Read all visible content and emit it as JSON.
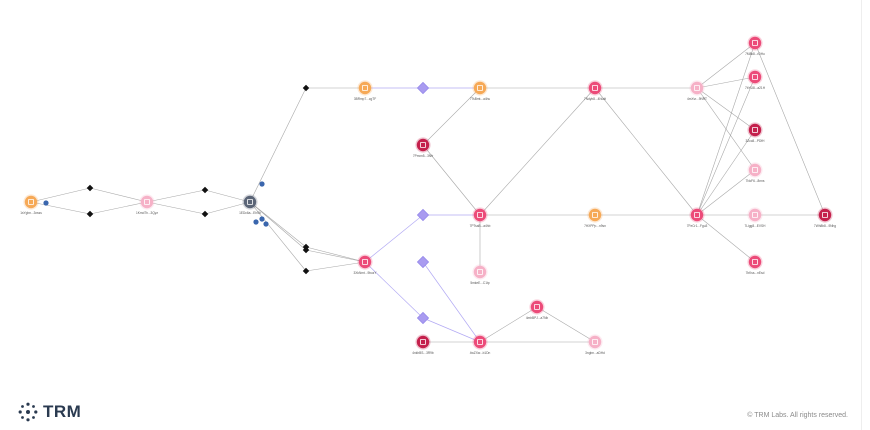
{
  "brand": {
    "name": "TRM",
    "logo_icon": "trm-logo-icon"
  },
  "footer": {
    "copyright": "© TRM Labs. All rights reserved."
  },
  "colors": {
    "orange": "#f6a957",
    "pink_light": "#f6b1c7",
    "pink": "#ec4b79",
    "crimson": "#c4204c",
    "slate": "#5b6577",
    "diamond_purple": "#a99bf0",
    "edge": "#9a9a9a",
    "edge_purple": "#a59bf2",
    "blue_dot": "#3a66ad"
  },
  "graph": {
    "nodes": [
      {
        "id": "n1",
        "label": "1sYgbn...3xsss",
        "color": "orange",
        "kind": "address"
      },
      {
        "id": "n2",
        "label": "1Kmd7h...3Qyz",
        "color": "pink_light",
        "kind": "address"
      },
      {
        "id": "n3",
        "label": "1EDc6a...EhSb",
        "color": "slate",
        "kind": "address"
      },
      {
        "id": "n4",
        "label": "3BRmp7...cgTF",
        "color": "orange",
        "kind": "address"
      },
      {
        "id": "n5",
        "label": "3XkNmt...9buzY",
        "color": "pink",
        "kind": "address"
      },
      {
        "id": "n6",
        "label": "7TsBmt...a4hu",
        "color": "orange",
        "kind": "address"
      },
      {
        "id": "n7",
        "label": "7Pmxn5...3Nfr",
        "color": "crimson",
        "kind": "address"
      },
      {
        "id": "n8",
        "label": "7PTsaB...a4hb",
        "color": "pink",
        "kind": "address"
      },
      {
        "id": "n9",
        "label": "5mkeE...C1tp",
        "color": "pink_light",
        "kind": "address"
      },
      {
        "id": "n10",
        "label": "4nkhBS...3R9b",
        "color": "crimson",
        "kind": "address"
      },
      {
        "id": "n11",
        "label": "4wZXw...b1Dn",
        "color": "pink",
        "kind": "address"
      },
      {
        "id": "n12",
        "label": "4mhBPJ...a7Nb",
        "color": "pink",
        "kind": "address"
      },
      {
        "id": "n13",
        "label": "7Ndyb8...4Nudt",
        "color": "pink",
        "kind": "address"
      },
      {
        "id": "n14",
        "label": "7HXPPp...n9sn",
        "color": "orange",
        "kind": "address"
      },
      {
        "id": "n15",
        "label": "4mXvr...9NRT",
        "color": "pink_light",
        "kind": "address"
      },
      {
        "id": "n16",
        "label": "3ngbn...aDHd",
        "color": "pink_light",
        "kind": "address"
      },
      {
        "id": "n17",
        "label": "7FeCr1...Fgu3",
        "color": "pink",
        "kind": "address"
      },
      {
        "id": "n18",
        "label": "7M8k8...rDHu",
        "color": "pink",
        "kind": "address"
      },
      {
        "id": "n19",
        "label": "7bYU8...a21H",
        "color": "pink",
        "kind": "address"
      },
      {
        "id": "n20",
        "label": "3Zcc8...PDfH",
        "color": "crimson",
        "kind": "address"
      },
      {
        "id": "n21",
        "label": "7NcF6...8nns",
        "color": "pink_light",
        "kind": "address"
      },
      {
        "id": "n22",
        "label": "7Ligg8...EVSH",
        "color": "pink_light",
        "kind": "address"
      },
      {
        "id": "n23",
        "label": "7bKss...nEsd",
        "color": "pink",
        "kind": "address"
      },
      {
        "id": "n24",
        "label": "7Wh8b8...9Nhg",
        "color": "crimson",
        "kind": "address"
      }
    ],
    "edges": [
      {
        "from": "n1",
        "to": "d1"
      },
      {
        "from": "n1",
        "to": "d2"
      },
      {
        "from": "d1",
        "to": "n2"
      },
      {
        "from": "d2",
        "to": "n2"
      },
      {
        "from": "n2",
        "to": "d3"
      },
      {
        "from": "n2",
        "to": "d4"
      },
      {
        "from": "d3",
        "to": "n3"
      },
      {
        "from": "d4",
        "to": "n3"
      },
      {
        "from": "n3",
        "to": "d5"
      },
      {
        "from": "n3",
        "to": "d6"
      },
      {
        "from": "n3",
        "to": "d7"
      },
      {
        "from": "n3",
        "to": "d8"
      },
      {
        "from": "d5",
        "to": "n4"
      },
      {
        "from": "d6",
        "to": "n5"
      },
      {
        "from": "d7",
        "to": "n5"
      },
      {
        "from": "d8",
        "to": "n5"
      },
      {
        "from": "n4",
        "to": "p1"
      },
      {
        "from": "p1",
        "to": "n6"
      },
      {
        "from": "n5",
        "to": "p2"
      },
      {
        "from": "n5",
        "to": "p4"
      },
      {
        "from": "p2",
        "to": "n8"
      },
      {
        "from": "p4",
        "to": "n11"
      },
      {
        "from": "n11",
        "to": "p3"
      },
      {
        "from": "n8",
        "to": "n9"
      },
      {
        "from": "n7",
        "to": "n6"
      },
      {
        "from": "n7",
        "to": "n8"
      },
      {
        "from": "n6",
        "to": "n13"
      },
      {
        "from": "n8",
        "to": "n13"
      },
      {
        "from": "n8",
        "to": "n14"
      },
      {
        "from": "n14",
        "to": "n17"
      },
      {
        "from": "n13",
        "to": "n15"
      },
      {
        "from": "n13",
        "to": "n17"
      },
      {
        "from": "n10",
        "to": "n11"
      },
      {
        "from": "n11",
        "to": "n12"
      },
      {
        "from": "n12",
        "to": "n16"
      },
      {
        "from": "n16",
        "to": "n11"
      },
      {
        "from": "n15",
        "to": "n18"
      },
      {
        "from": "n15",
        "to": "n19"
      },
      {
        "from": "n15",
        "to": "n20"
      },
      {
        "from": "n15",
        "to": "n21"
      },
      {
        "from": "n17",
        "to": "n18"
      },
      {
        "from": "n17",
        "to": "n19"
      },
      {
        "from": "n17",
        "to": "n22"
      },
      {
        "from": "n17",
        "to": "n23"
      },
      {
        "from": "n17",
        "to": "n20"
      },
      {
        "from": "n17",
        "to": "n21"
      },
      {
        "from": "n22",
        "to": "n24"
      },
      {
        "from": "n18",
        "to": "n24"
      }
    ]
  }
}
